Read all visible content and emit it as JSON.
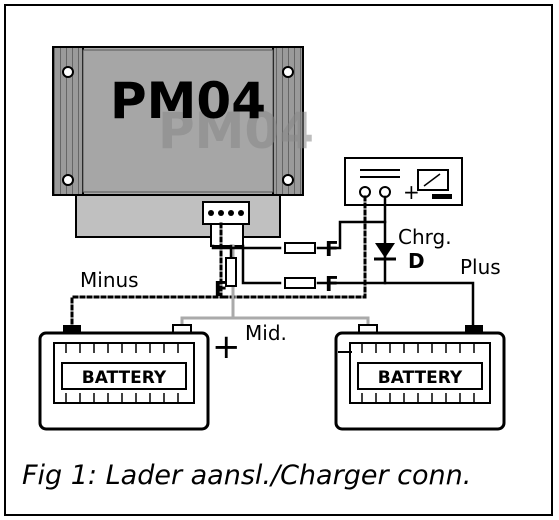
{
  "device": {
    "name": "PM04"
  },
  "charger": {
    "plus_symbol": "+"
  },
  "labels": {
    "minus": "Minus",
    "plus": "Plus",
    "mid": "Mid.",
    "chrg": "Chrg.",
    "diode": "D",
    "fuse_f1": "F",
    "fuse_f2": "F",
    "fuse_f3": "F"
  },
  "batteries": {
    "left": {
      "label": "BATTERY",
      "plus_sign": "+"
    },
    "right": {
      "label": "BATTERY",
      "minus_sign": "—"
    }
  },
  "caption": "Fig 1: Lader aansl./Charger conn.",
  "colors": {
    "device_body": "#a9a9a9",
    "device_side": "#909090",
    "mid_wire": "#aaaaaa"
  }
}
